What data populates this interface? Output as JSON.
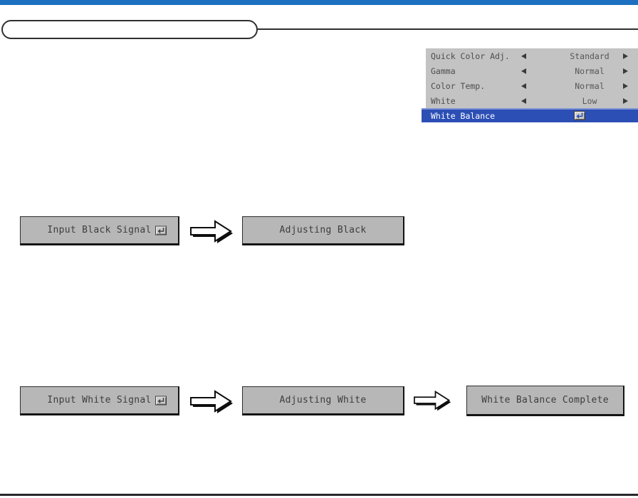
{
  "colors": {
    "top_bar": "#1d70c0",
    "bottom_bar": "#27272c",
    "menu_bg": "#c3c3c3",
    "selected_row_bg": "#2c4fb5",
    "flow_box_bg": "#b7b7b7"
  },
  "title_banner": {
    "text": ""
  },
  "menu": {
    "rows": [
      {
        "label": "Quick Color Adj.",
        "value": "Standard"
      },
      {
        "label": "Gamma",
        "value": "Normal"
      },
      {
        "label": "Color Temp.",
        "value": "Normal"
      },
      {
        "label": "White",
        "value": "Low"
      }
    ],
    "selected": {
      "label": "White Balance"
    }
  },
  "black_flow": {
    "step1": "Input Black Signal",
    "step2": "Adjusting Black"
  },
  "white_flow": {
    "step1": "Input White Signal",
    "step2": "Adjusting White",
    "step3": "White Balance Complete"
  }
}
